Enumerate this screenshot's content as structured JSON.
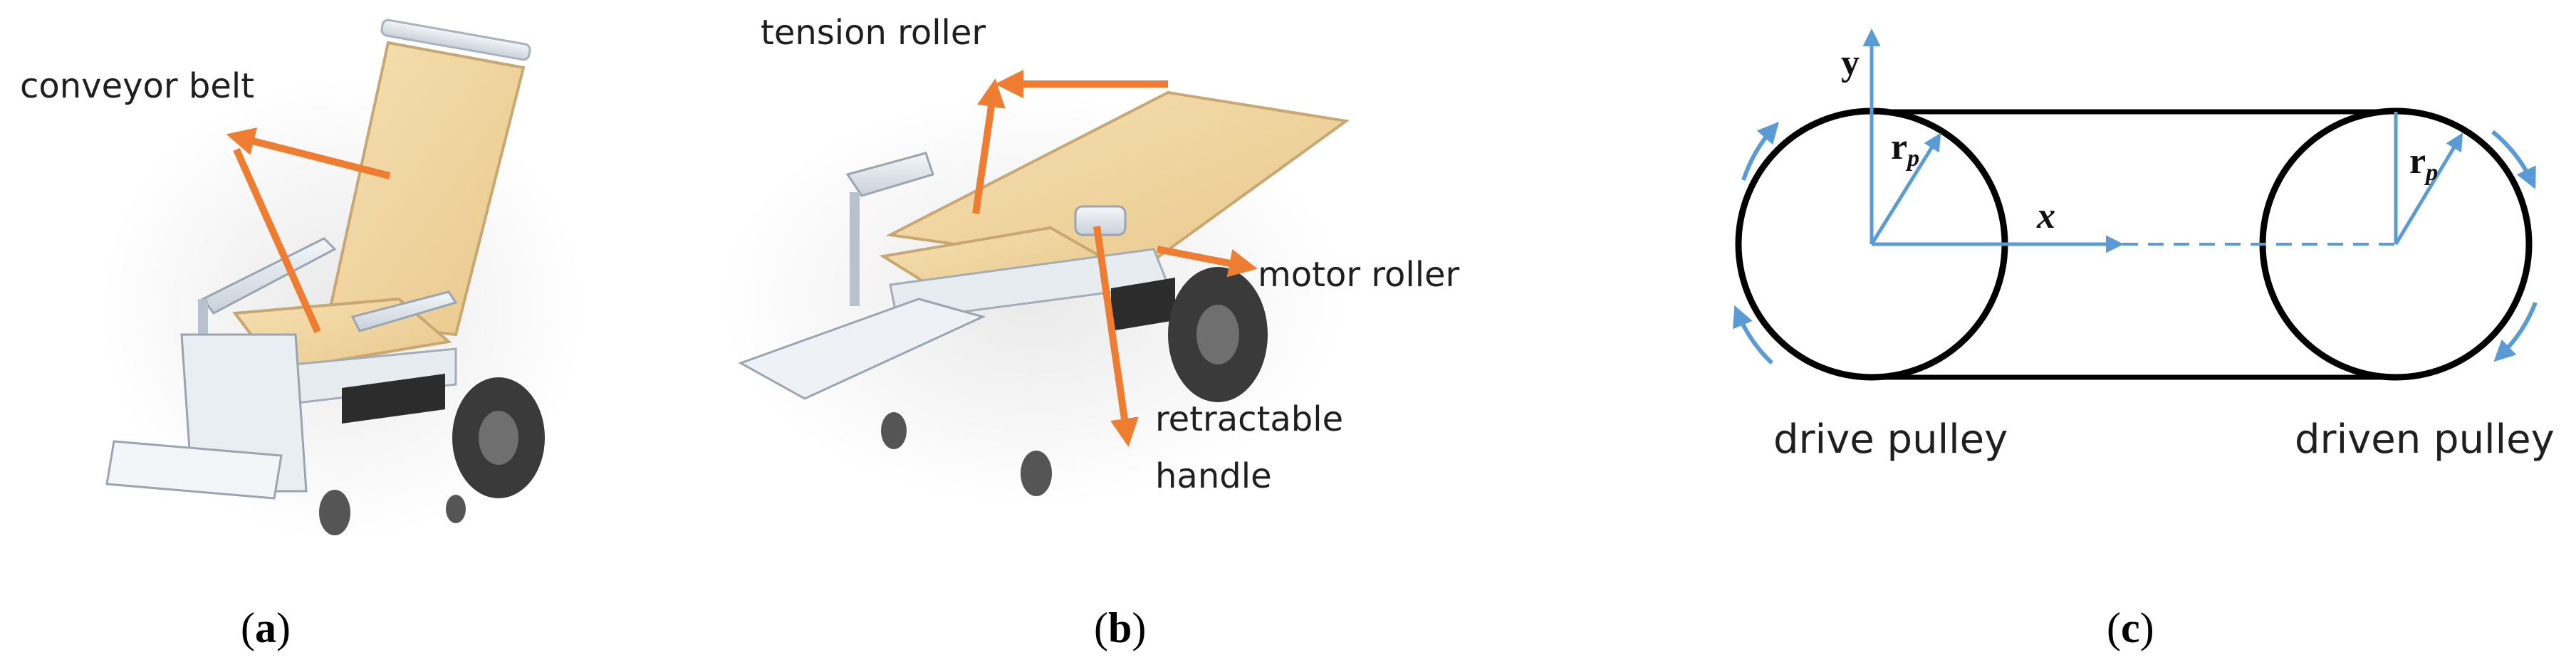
{
  "panel_a": {
    "callouts": {
      "conveyor_belt": "conveyor belt"
    },
    "caption": {
      "open": "(",
      "letter": "a",
      "close": ")"
    }
  },
  "panel_b": {
    "callouts": {
      "tension_roller": "tension roller",
      "motor_roller": "motor roller",
      "retractable_line1": "retractable",
      "retractable_line2": "handle"
    },
    "caption": {
      "open": "(",
      "letter": "b",
      "close": ")"
    }
  },
  "panel_c": {
    "axes": {
      "y": "y",
      "x": "x"
    },
    "radius": {
      "symbol": "r",
      "subscript": "p"
    },
    "pulleys": {
      "drive": "drive pulley",
      "driven": "driven pulley"
    },
    "caption": {
      "open": "(",
      "letter": "c",
      "close": ")"
    }
  },
  "colors": {
    "callout_arrow": "#ee7d31",
    "axis_blue": "#5b9bd5",
    "belt_fabric": "#f1d7a4",
    "frame_metal": "#dde3ea",
    "wheel": "#3a3a3a",
    "pulley_stroke": "#000000"
  }
}
